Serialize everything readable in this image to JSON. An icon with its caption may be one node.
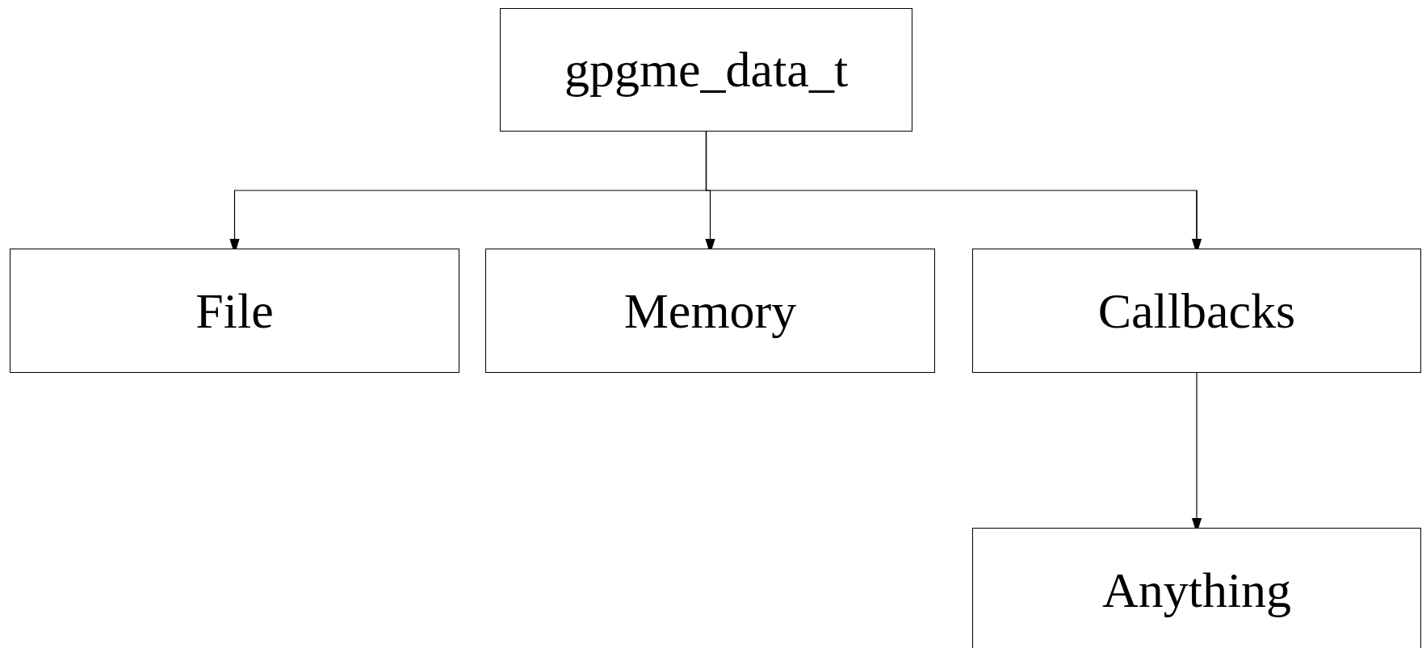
{
  "diagram": {
    "nodes": [
      {
        "text": [
          "gpgme_data_t"
        ]
      },
      {
        "text": [
          "File"
        ]
      },
      {
        "text": [
          "Memory"
        ]
      },
      {
        "text": [
          "Callbacks"
        ]
      },
      {
        "text": [
          "Anything"
        ]
      }
    ],
    "edges": [
      {
        "from": 0,
        "to": 1,
        "arrow": "to"
      },
      {
        "from": 0,
        "to": 2,
        "arrow": "to"
      },
      {
        "from": 0,
        "to": 3,
        "arrow": "to"
      },
      {
        "from": 3,
        "to": 4,
        "arrow": "to"
      }
    ]
  }
}
